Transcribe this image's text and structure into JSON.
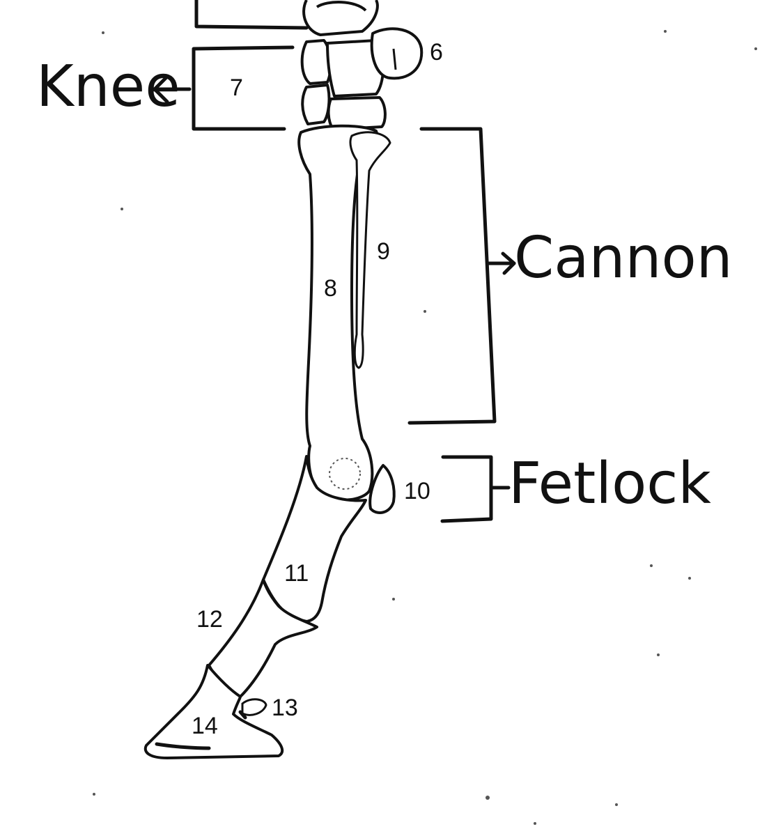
{
  "labels": {
    "n6": "6",
    "n7": "7",
    "n8": "8",
    "n9": "9",
    "n10": "10",
    "n11": "11",
    "n12": "12",
    "n13": "13",
    "n14": "14"
  },
  "annotations": {
    "knee": "Knee",
    "cannon": "Cannon",
    "fetlock": "Fetlock"
  }
}
